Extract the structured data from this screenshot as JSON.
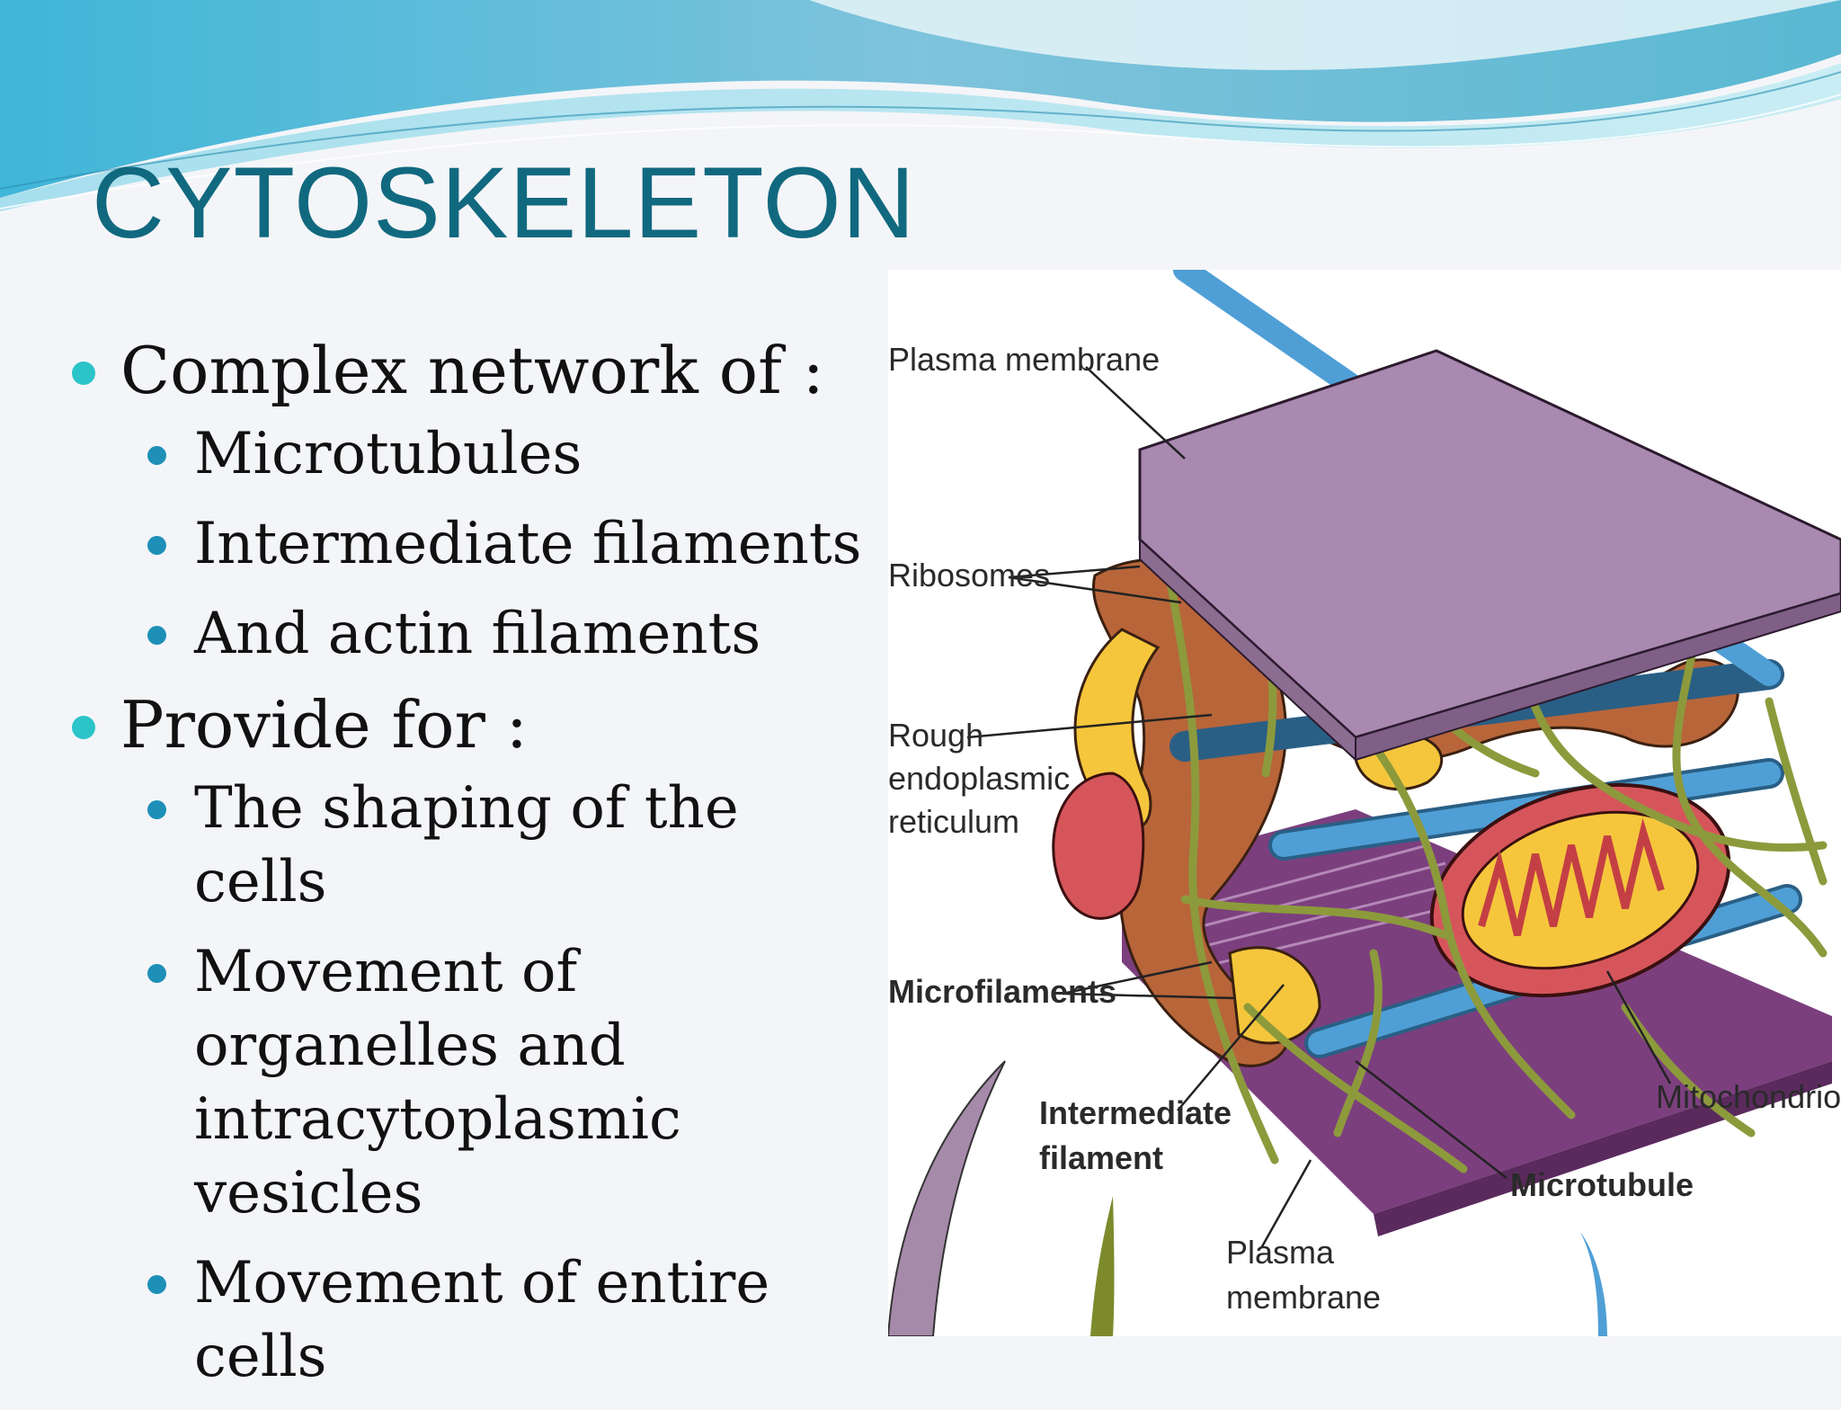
{
  "slide": {
    "title": "CYTOSKELETON",
    "bullets": [
      {
        "text": "Complex network of :",
        "sub": [
          "Microtubules",
          "Intermediate filaments",
          "And actin filaments"
        ]
      },
      {
        "text": "Provide for :",
        "sub": [
          "The shaping of the cells",
          "Movement of organelles and intracytoplasmic vesicles",
          "Movement of entire cells"
        ]
      }
    ]
  },
  "diagram": {
    "labels": {
      "plasma_membrane_top": "Plasma membrane",
      "ribosomes": "Ribosomes",
      "rough_er_1": "Rough",
      "rough_er_2": "endoplasmic",
      "rough_er_3": "reticulum",
      "microfilaments": "Microfilaments",
      "intermediate_1": "Intermediate",
      "intermediate_2": "filament",
      "plasma_membrane_bottom_1": "Plasma",
      "plasma_membrane_bottom_2": "membrane",
      "microtubule": "Microtubule",
      "mitochondrion": "Mitochondrion"
    }
  },
  "colors": {
    "title": "#11697f",
    "bullet_level1": "#2bc4c9",
    "bullet_level2": "#1e90b8",
    "membrane": "#9e7aa8",
    "microtubule": "#3f8ec9",
    "er": "#b8653a",
    "mitochondrion": "#d6555b",
    "intermediate_filament": "#8c9a3c"
  }
}
